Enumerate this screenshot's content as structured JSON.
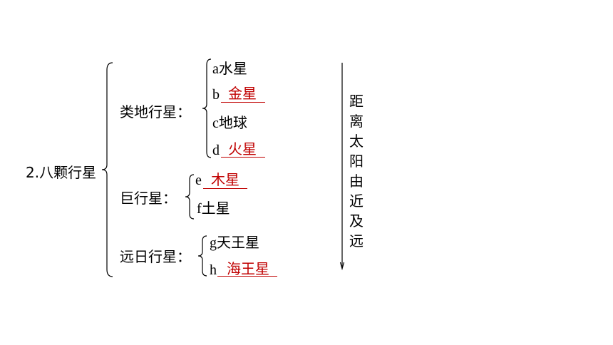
{
  "main": {
    "title": "2.八颗行星",
    "groups": [
      {
        "label": "类地行星：",
        "items": [
          {
            "letter": "a",
            "name": "水星",
            "answer": ""
          },
          {
            "letter": "b",
            "name": "",
            "answer": "金星"
          },
          {
            "letter": "c",
            "name": "地球",
            "answer": ""
          },
          {
            "letter": "d",
            "name": "",
            "answer": "火星"
          }
        ]
      },
      {
        "label": "巨行星：",
        "items": [
          {
            "letter": "e",
            "name": "",
            "answer": "木星"
          },
          {
            "letter": "f",
            "name": "土星",
            "answer": ""
          }
        ]
      },
      {
        "label": "远日行星：",
        "items": [
          {
            "letter": "g",
            "name": "天王星",
            "answer": ""
          },
          {
            "letter": "h",
            "name": "",
            "answer": "海王星"
          }
        ]
      }
    ],
    "arrow_label": "距离太阳由近及远"
  },
  "colors": {
    "answer": "#c00000",
    "text": "#000000"
  }
}
